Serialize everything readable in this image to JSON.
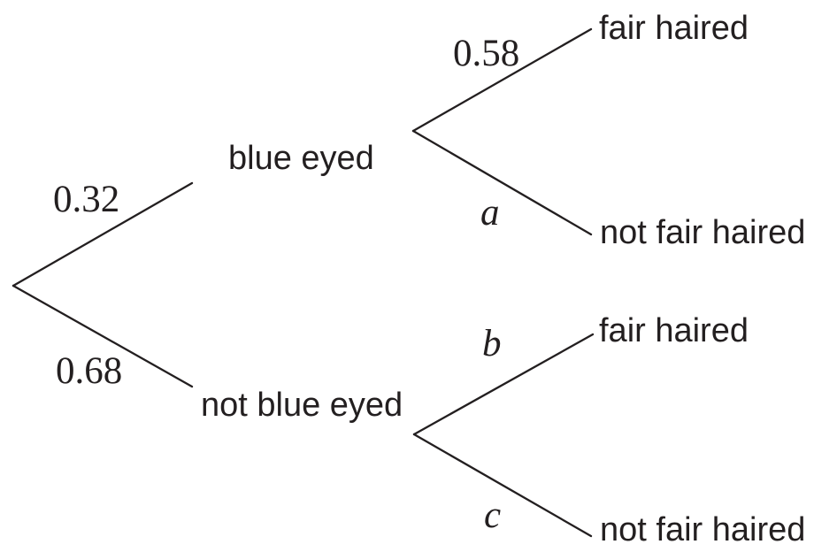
{
  "diagram": {
    "type": "probability-tree",
    "colors": {
      "ink": "#231f20",
      "background": "#ffffff"
    },
    "tree": {
      "branches": [
        {
          "probability": "0.32",
          "outcome": "blue eyed",
          "children": [
            {
              "probability": "0.58",
              "outcome": "fair haired"
            },
            {
              "probability": "a",
              "outcome": "not fair haired"
            }
          ]
        },
        {
          "probability": "0.68",
          "outcome": "not blue eyed",
          "children": [
            {
              "probability": "b",
              "outcome": "fair haired"
            },
            {
              "probability": "c",
              "outcome": "not fair haired"
            }
          ]
        }
      ]
    }
  }
}
